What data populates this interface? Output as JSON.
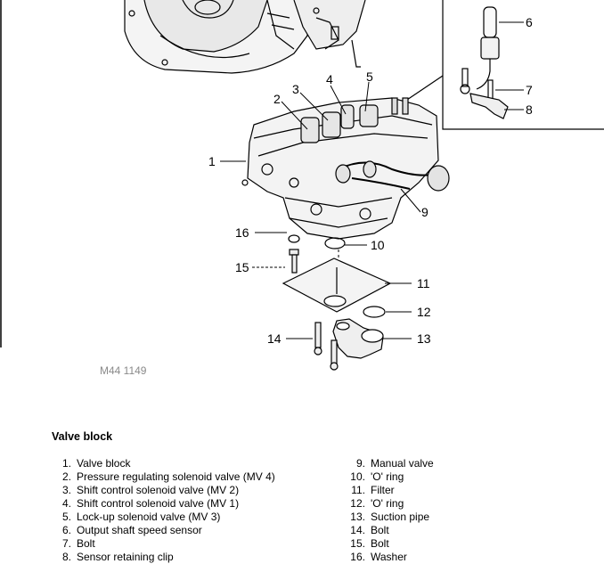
{
  "figure": {
    "reference": "M44 1149",
    "callouts": [
      "1",
      "2",
      "3",
      "4",
      "5",
      "6",
      "7",
      "8",
      "9",
      "10",
      "11",
      "12",
      "13",
      "14",
      "15",
      "16"
    ]
  },
  "section_title": "Valve block",
  "parts": [
    {
      "number": "1",
      "name": "Valve block"
    },
    {
      "number": "2",
      "name": "Pressure regulating solenoid valve (MV 4)"
    },
    {
      "number": "3",
      "name": "Shift control solenoid valve (MV 2)"
    },
    {
      "number": "4",
      "name": "Shift control solenoid valve (MV 1)"
    },
    {
      "number": "5",
      "name": "Lock-up solenoid valve (MV 3)"
    },
    {
      "number": "6",
      "name": "Output shaft speed sensor"
    },
    {
      "number": "7",
      "name": "Bolt"
    },
    {
      "number": "8",
      "name": "Sensor retaining clip"
    },
    {
      "number": "9",
      "name": "Manual valve"
    },
    {
      "number": "10",
      "name": "'O' ring"
    },
    {
      "number": "11",
      "name": "Filter"
    },
    {
      "number": "12",
      "name": "'O' ring"
    },
    {
      "number": "13",
      "name": "Suction pipe"
    },
    {
      "number": "14",
      "name": "Bolt"
    },
    {
      "number": "15",
      "name": "Bolt"
    },
    {
      "number": "16",
      "name": "Washer"
    }
  ]
}
